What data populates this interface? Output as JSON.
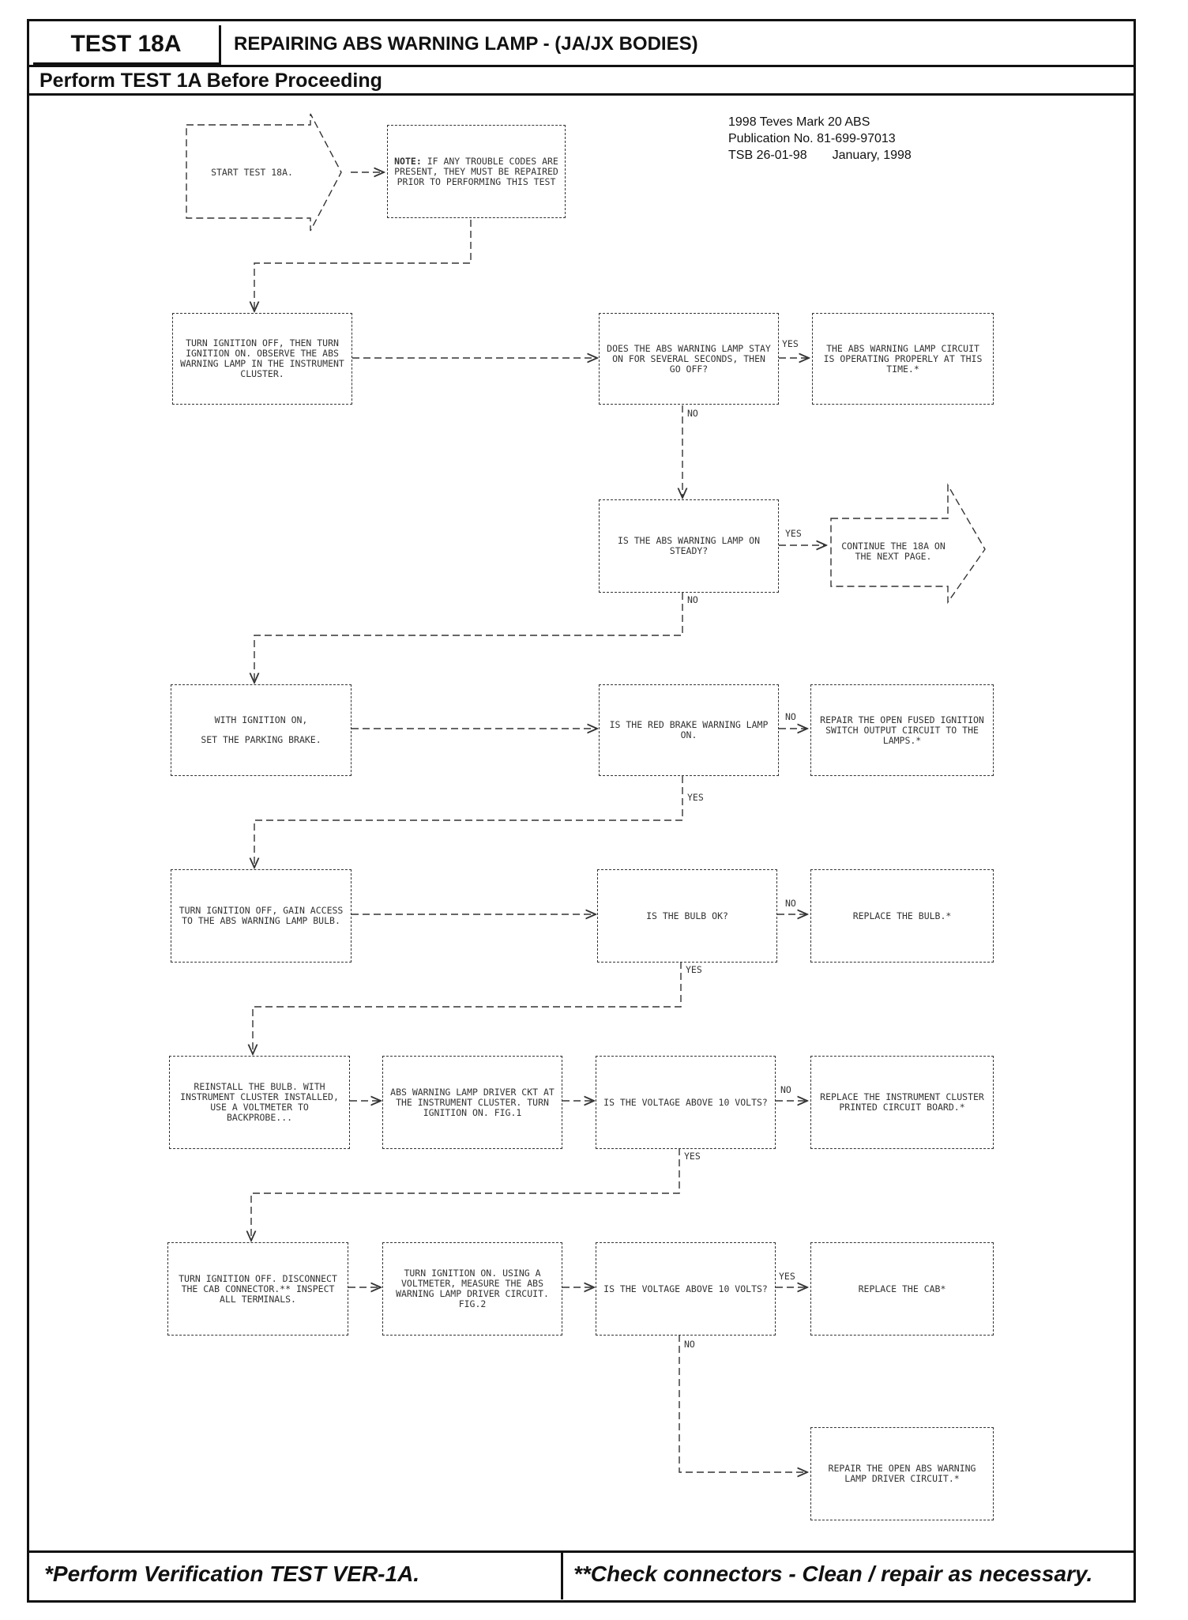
{
  "header": {
    "test_id": "TEST 18A",
    "title": "REPAIRING ABS WARNING LAMP - (JA/JX BODIES)",
    "subheader": "Perform TEST 1A Before Proceeding"
  },
  "publication": {
    "line1": "1998 Teves Mark 20 ABS",
    "line2": "Publication No. 81-699-97013",
    "line3_tsb": "TSB 26-01-98",
    "line3_date": "January, 1998"
  },
  "flow": {
    "start": "START TEST 18A.",
    "note_label": "NOTE:",
    "note_text": "IF ANY TROUBLE CODES ARE PRESENT, THEY MUST BE REPAIRED PRIOR TO PERFORMING THIS TEST",
    "step1": "TURN IGNITION OFF, THEN TURN IGNITION ON. OBSERVE THE ABS WARNING LAMP IN THE INSTRUMENT CLUSTER.",
    "q1": "DOES THE ABS WARNING LAMP STAY ON FOR SEVERAL SECONDS, THEN GO OFF?",
    "r1": "THE ABS WARNING LAMP CIRCUIT IS OPERATING PROPERLY AT THIS TIME.*",
    "q2": "IS THE ABS WARNING LAMP ON STEADY?",
    "r2": "CONTINUE THE 18A ON THE NEXT PAGE.",
    "step3_a": "WITH IGNITION ON,",
    "step3_b": "SET THE PARKING BRAKE.",
    "q3": "IS THE RED BRAKE WARNING LAMP ON.",
    "r3": "REPAIR THE OPEN FUSED IGNITION SWITCH OUTPUT CIRCUIT TO THE LAMPS.*",
    "step4": "TURN IGNITION OFF, GAIN ACCESS TO THE ABS WARNING LAMP BULB.",
    "q4": "IS THE BULB OK?",
    "r4": "REPLACE THE BULB.*",
    "step5a": "REINSTALL THE BULB. WITH INSTRUMENT CLUSTER INSTALLED, USE A VOLTMETER TO BACKPROBE...",
    "step5b": "ABS WARNING LAMP DRIVER CKT AT THE INSTRUMENT CLUSTER. TURN IGNITION ON. FIG.1",
    "q5": "IS THE VOLTAGE ABOVE 10 VOLTS?",
    "r5": "REPLACE THE INSTRUMENT CLUSTER PRINTED CIRCUIT BOARD.*",
    "step6a": "TURN IGNITION OFF. DISCONNECT THE CAB CONNECTOR.** INSPECT ALL TERMINALS.",
    "step6b": "TURN IGNITION ON. USING A VOLTMETER, MEASURE THE ABS WARNING LAMP DRIVER CIRCUIT. FIG.2",
    "q6": "IS THE VOLTAGE ABOVE 10 VOLTS?",
    "r6": "REPLACE THE CAB*",
    "r7": "REPAIR THE OPEN ABS WARNING LAMP DRIVER CIRCUIT.*"
  },
  "branch_labels": {
    "yes": "YES",
    "no": "NO"
  },
  "footer": {
    "left": "*Perform Verification TEST VER-1A.",
    "right": "**Check connectors - Clean / repair as necessary."
  }
}
